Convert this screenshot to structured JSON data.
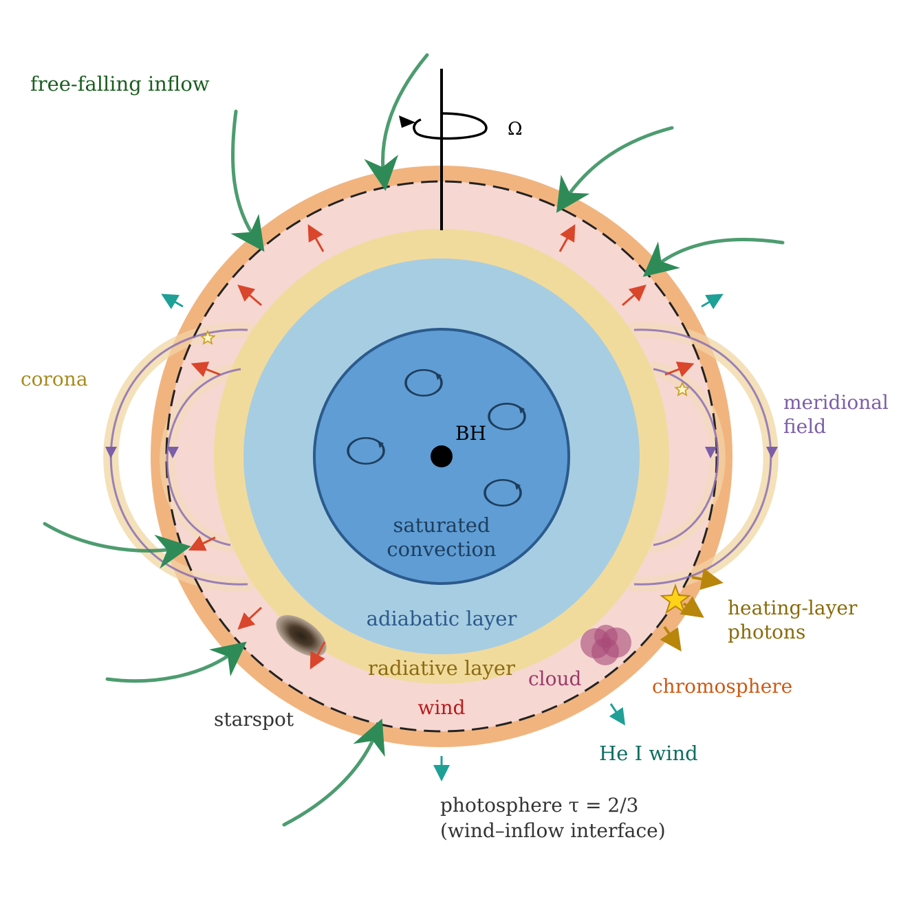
{
  "labels": {
    "inflow": "free-falling inflow",
    "omega": "Ω",
    "corona": "corona",
    "meridional_1": "meridional",
    "meridional_2": "field",
    "bh": "BH",
    "saturated_1": "saturated",
    "saturated_2": "convection",
    "adiabatic": "adiabatic layer",
    "radiative": "radiative layer",
    "cloud": "cloud",
    "wind": "wind",
    "starspot": "starspot",
    "heating_1": "heating-layer",
    "heating_2": "photons",
    "chromosphere": "chromosphere",
    "he_wind": "He I wind",
    "photosphere_1": "photosphere τ = 2/3",
    "photosphere_2": "(wind–inflow interface)"
  },
  "colors": {
    "inflow": "#2e8b57",
    "chromosphere_ring": "#f1b47f",
    "wind_zone": "#f6d7d2",
    "radiative_zone": "#f1db9c",
    "adiabatic_zone": "#a7cde2",
    "convective_core": "#5f9dd4",
    "core_outline": "#2b5a8c",
    "field_line": "#8a6fb3",
    "corona_halo": "#f7e4bf",
    "wind_arrow": "#d9462b",
    "he_wind_arrow": "#1ea096",
    "photon_arrow": "#b8860b",
    "cloud": "#a84a78",
    "label_inflow": "#1b5e20",
    "label_corona": "#a88a1f",
    "label_meridional": "#7b5ea7",
    "label_saturated": "#1e3d5c",
    "label_adiabatic": "#2b5a8c",
    "label_radiative": "#8a6a14",
    "label_cloud": "#9b3a6a",
    "label_wind": "#b71c1c",
    "label_heating": "#8a6a0a",
    "label_chromosphere": "#cc5a14",
    "label_he_wind": "#0f6e60",
    "label_dark": "#333333"
  },
  "icons": {
    "eddy": "circular-arrow-icon",
    "bh": "filled-circle-icon",
    "flare": "star-icon",
    "spot": "ellipse-icon",
    "cloud": "cloud-icon",
    "rotation": "rotation-arrow-icon"
  }
}
